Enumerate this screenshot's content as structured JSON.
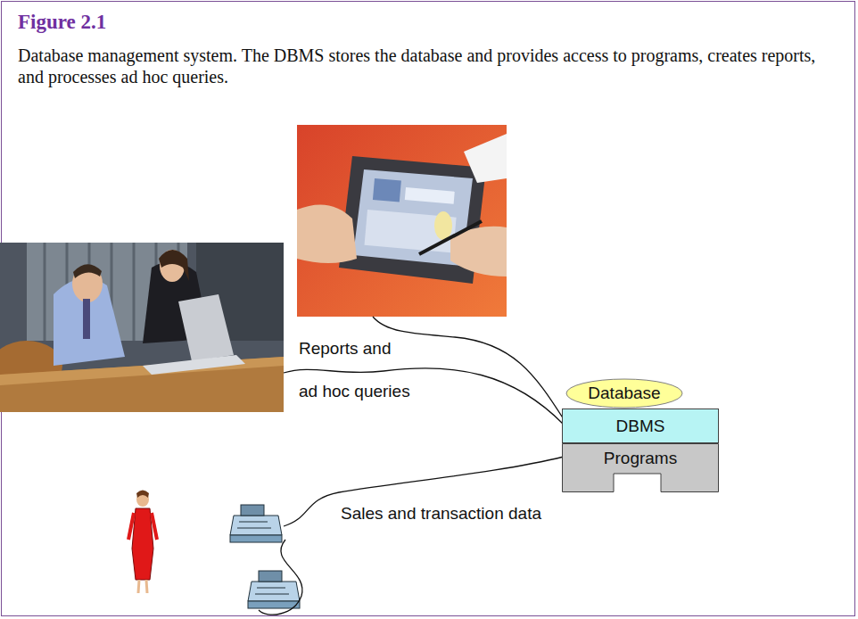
{
  "diagram": {
    "title": "Figure 2.1",
    "caption": "Database management system. The DBMS stores the database and provides access to programs, creates reports, and processes ad hoc queries.",
    "nodes": [
      {
        "text": [
          "Database"
        ]
      },
      {
        "text": [
          "DBMS"
        ]
      },
      {
        "text": [
          "Programs"
        ]
      }
    ],
    "labels": [
      "Reports and",
      "ad hoc queries",
      "Sales and transaction data"
    ]
  }
}
